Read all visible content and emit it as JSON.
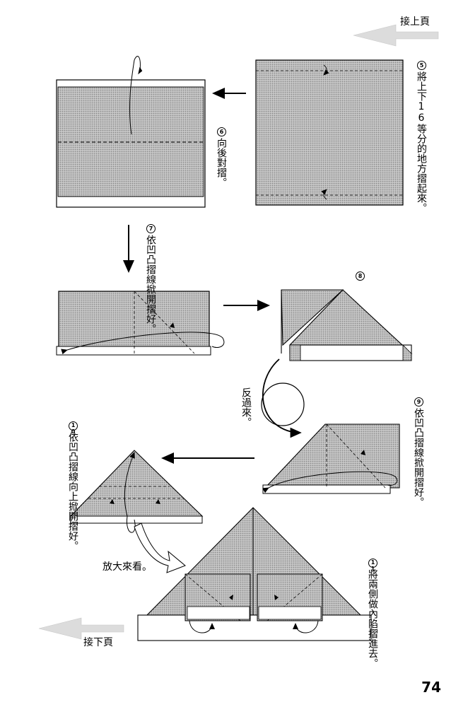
{
  "header": {
    "prev_label": "接上頁"
  },
  "footer": {
    "next_label": "接下頁",
    "page_number": "74"
  },
  "steps": [
    {
      "num": "5",
      "text": "將上下16等分的地方摺起來。"
    },
    {
      "num": "6",
      "text": "向後對摺。"
    },
    {
      "num": "7",
      "text": "依凹凸摺線掀開摺好。"
    },
    {
      "num": "8",
      "text": ""
    },
    {
      "num": "9",
      "text": "依凹凸摺線掀開摺好。"
    },
    {
      "num": "10",
      "text": "依凹凸摺線向上掀開摺好。"
    },
    {
      "num": "11",
      "text": "將兩側做內陷摺進去。"
    }
  ],
  "notes": {
    "flip_over": "反過來。",
    "zoom_in": "放大來看。"
  },
  "colors": {
    "paper_gray": "#bdbdbd",
    "ink": "#000000",
    "arrow_gray": "#d9d9d9"
  }
}
